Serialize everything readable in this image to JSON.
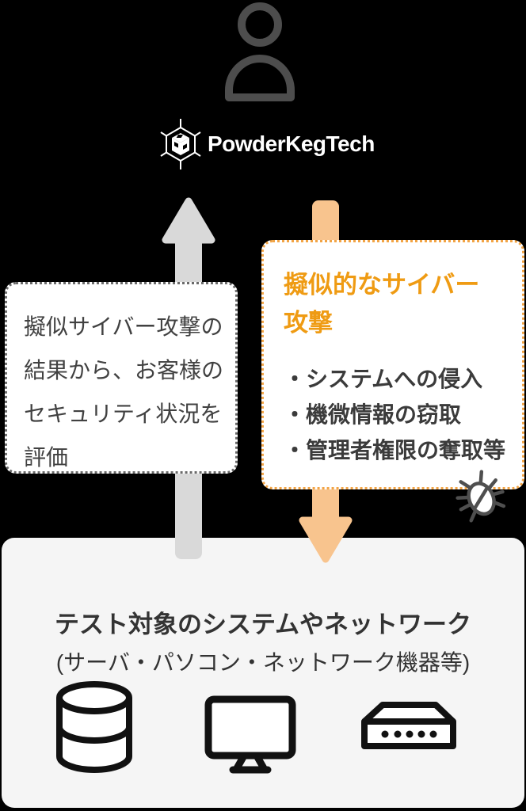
{
  "logo": {
    "brand": "PowderKegTech"
  },
  "left_box": {
    "lines": [
      "擬似サイバー攻撃の",
      "結果から、お客様の",
      "セキュリティ状況を",
      "評価"
    ]
  },
  "right_box": {
    "title_lines": [
      "擬似的なサイバー",
      "攻撃"
    ],
    "bullets": [
      "・システムへの侵入",
      "・機微情報の窃取",
      "・管理者権限の奪取等"
    ]
  },
  "target_panel": {
    "title": "テスト対象のシステムやネットワーク",
    "subtitle": "(サーバ・パソコン・ネットワーク機器等)",
    "icons": [
      "database-icon",
      "monitor-icon",
      "network-device-icon"
    ]
  },
  "colors": {
    "background": "#000000",
    "accent_orange": "#EF9B13",
    "orange_border": "#F2A445",
    "arrow_orange": "#F8C48E",
    "arrow_gray": "#D9D9D9",
    "panel_bg": "#F5F5F5",
    "text_dark": "#3B3B3B",
    "icon_gray": "#4D4D4D",
    "logo_white": "#FFFFFF"
  }
}
